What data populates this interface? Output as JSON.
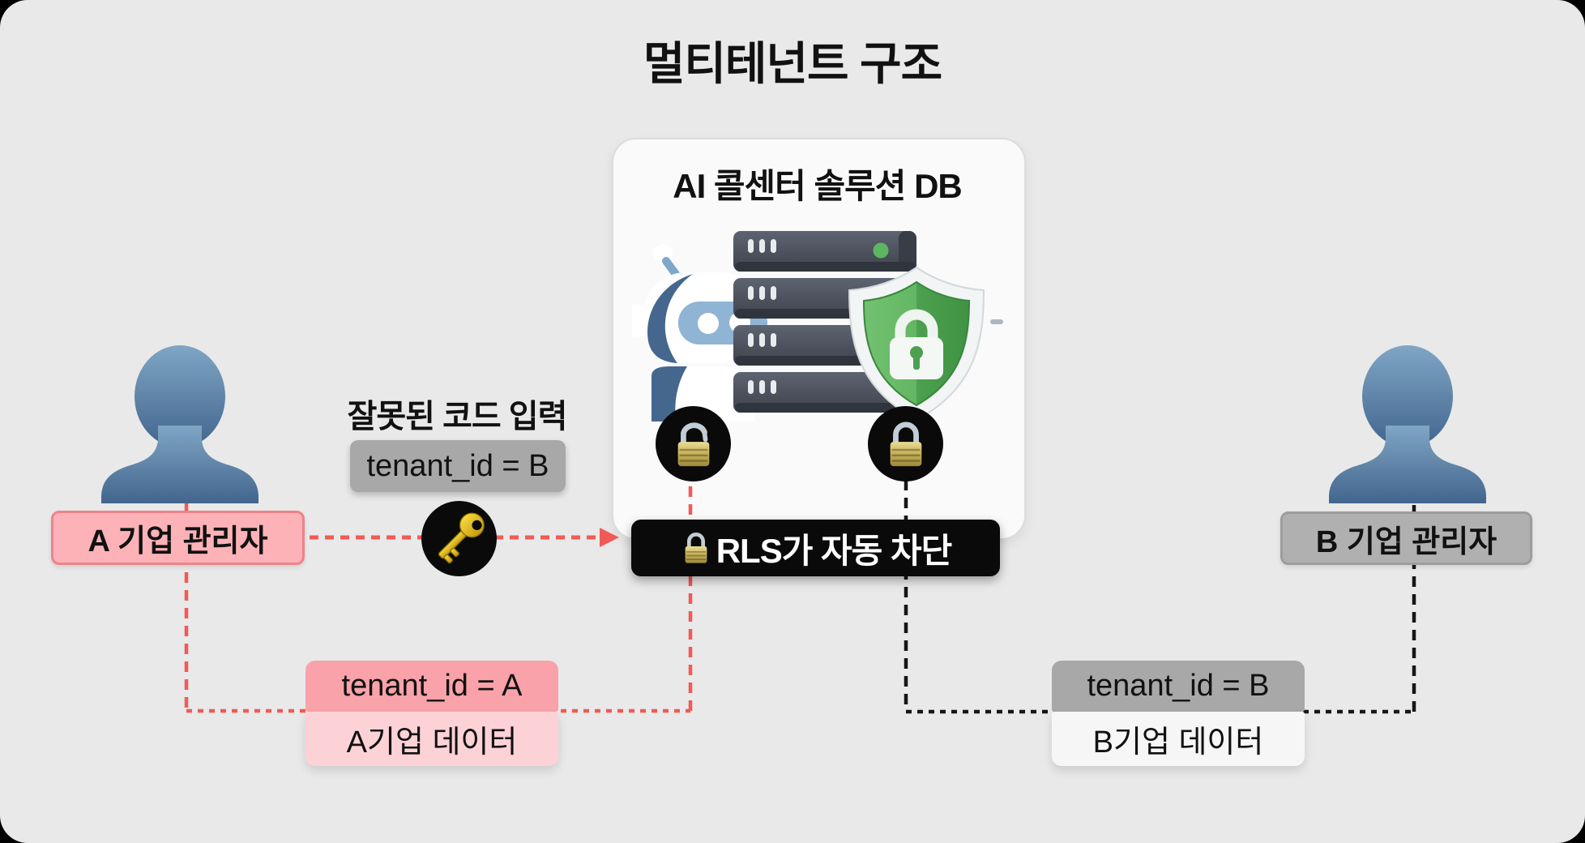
{
  "title": "멀티테넌트 구조",
  "db_box": {
    "title": "AI 콜센터 솔루션 DB"
  },
  "rls_banner": {
    "label": "RLS가 자동 차단"
  },
  "tenant_a": {
    "admin_label": "A 기업 관리자",
    "wrong_code_caption": "잘못된 코드 입력",
    "wrong_code_value": "tenant_id = B",
    "tenant_value": "tenant_id = A",
    "data_label": "A기업 데이터"
  },
  "tenant_b": {
    "admin_label": "B 기업 관리자",
    "tenant_value": "tenant_id = B",
    "data_label": "B기업 데이터"
  },
  "icons": {
    "db_box": [
      "robot-icon",
      "server-stack-icon",
      "shield-lock-icon"
    ],
    "db_lock_left": "open-padlock-icon",
    "db_lock_right": "closed-padlock-icon",
    "banner_prefix": "closed-padlock-icon",
    "wrong_code": "key-icon",
    "admin_a": "person-silhouette-icon",
    "admin_b": "person-silhouette-icon"
  },
  "colors": {
    "canvas": "#e9e9e9",
    "accent_red": "#f15a56",
    "line_black": "#161616",
    "pink_label": "#fdb2b7",
    "pink_label_border": "#f08289",
    "pink_strong": "#f9a2a9",
    "pink_light": "#fdd2d7",
    "gray_label": "#b0b0b0",
    "gray_box": "#a8a8a8",
    "light_box": "#f6f6f6",
    "banner_bg": "#0a0a0a",
    "shield_green": "#4da04f",
    "person_blue": "#5e87ad"
  }
}
